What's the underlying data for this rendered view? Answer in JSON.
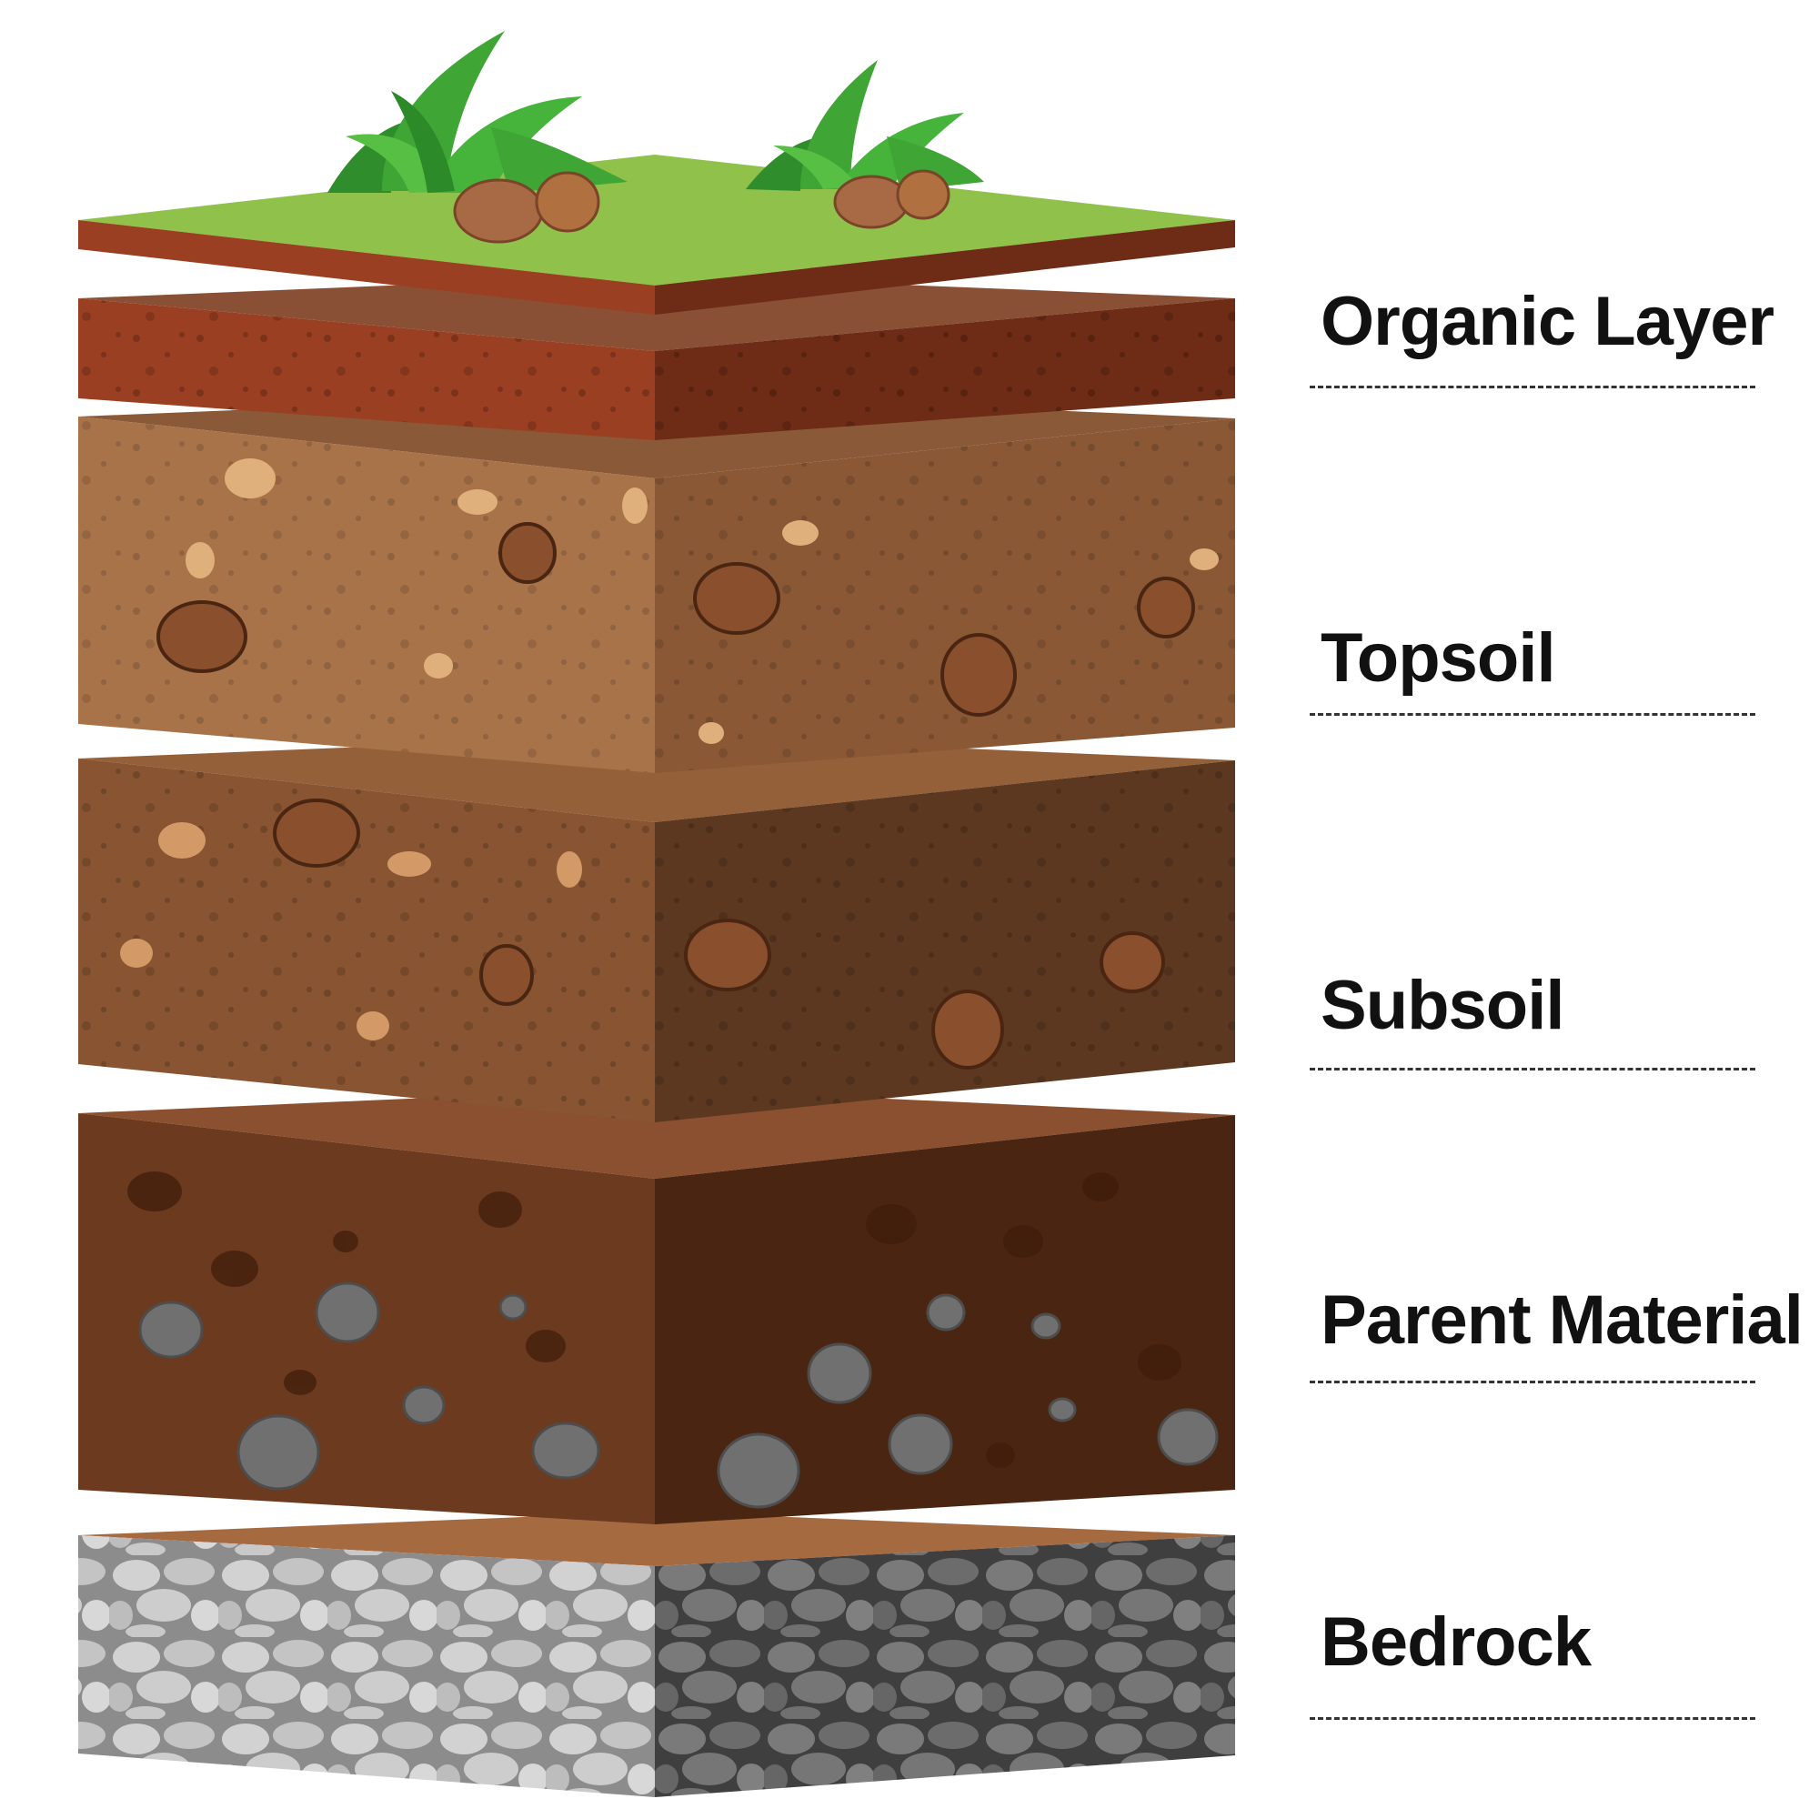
{
  "layers": [
    {
      "id": "organic-layer",
      "label": "Organic Layer"
    },
    {
      "id": "topsoil",
      "label": "Topsoil"
    },
    {
      "id": "subsoil",
      "label": "Subsoil"
    },
    {
      "id": "parent-material",
      "label": "Parent Material"
    },
    {
      "id": "bedrock",
      "label": "Bedrock"
    }
  ],
  "colors": {
    "grass": "#8fc14b",
    "organic_front": "#9a3f22",
    "organic_side": "#6e2b15",
    "topsoil_front": "#a9734a",
    "topsoil_side": "#8a5835",
    "subsoil_front": "#885431",
    "subsoil_side": "#5c3820",
    "parent_front": "#6b3a1f",
    "parent_side": "#4a2612",
    "bedrock_light": "#b9b9b9",
    "bedrock_dark": "#6e6e6e",
    "plant_green": "#3fa535",
    "pebble": "#a86a45",
    "gray_stone": "#707070"
  }
}
